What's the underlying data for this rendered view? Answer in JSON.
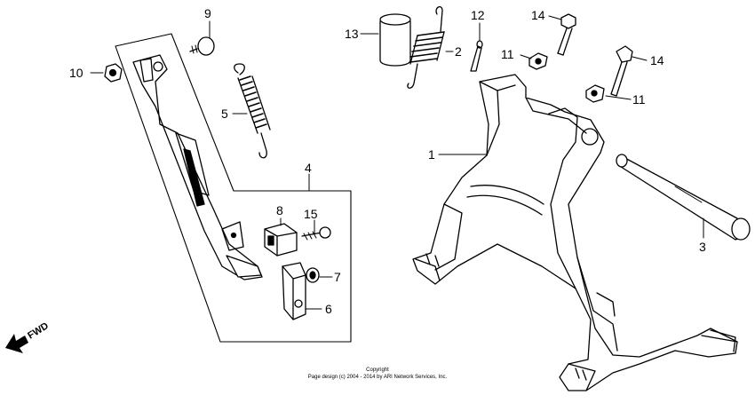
{
  "diagram": {
    "callouts": [
      {
        "id": "c1",
        "text": "1"
      },
      {
        "id": "c2",
        "text": "2"
      },
      {
        "id": "c3",
        "text": "3"
      },
      {
        "id": "c4",
        "text": "4"
      },
      {
        "id": "c5",
        "text": "5"
      },
      {
        "id": "c6",
        "text": "6"
      },
      {
        "id": "c7",
        "text": "7"
      },
      {
        "id": "c8",
        "text": "8"
      },
      {
        "id": "c9",
        "text": "9"
      },
      {
        "id": "c10",
        "text": "10"
      },
      {
        "id": "c11a",
        "text": "11"
      },
      {
        "id": "c11b",
        "text": "11"
      },
      {
        "id": "c12",
        "text": "12"
      },
      {
        "id": "c13",
        "text": "13"
      },
      {
        "id": "c14a",
        "text": "14"
      },
      {
        "id": "c14b",
        "text": "14"
      },
      {
        "id": "c15",
        "text": "15"
      }
    ],
    "direction_label": "FWD",
    "copyright_title": "Copyright",
    "copyright_line": "Page design (c) 2004 - 2014 by ARI Network Services, Inc."
  },
  "colors": {
    "ink": "#000000",
    "paper": "#ffffff"
  }
}
